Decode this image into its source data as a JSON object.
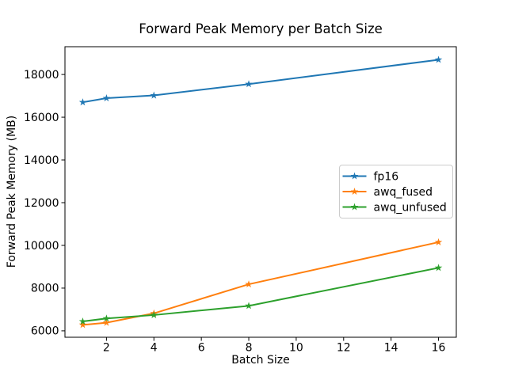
{
  "figure": {
    "title": "Forward Peak Memory per Batch Size",
    "xlabel": "Batch Size",
    "ylabel": "Forward Peak Memory (MB)"
  },
  "chart_data": {
    "type": "line",
    "title": "Forward Peak Memory per Batch Size",
    "xlabel": "Batch Size",
    "ylabel": "Forward Peak Memory (MB)",
    "x": [
      1,
      2,
      4,
      8,
      16
    ],
    "series": [
      {
        "name": "fp16",
        "color": "#1f77b4",
        "marker": "star",
        "values": [
          16700,
          16890,
          17020,
          17550,
          18690
        ]
      },
      {
        "name": "awq_fused",
        "color": "#ff7f0e",
        "marker": "star",
        "values": [
          6280,
          6380,
          6820,
          8180,
          10150
        ]
      },
      {
        "name": "awq_unfused",
        "color": "#2ca02c",
        "marker": "star",
        "values": [
          6440,
          6580,
          6740,
          7170,
          8950
        ]
      }
    ],
    "xticks": [
      2,
      4,
      6,
      8,
      10,
      12,
      14,
      16
    ],
    "yticks": [
      6000,
      8000,
      10000,
      12000,
      14000,
      16000,
      18000
    ],
    "xlim": [
      0.25,
      16.75
    ],
    "ylim": [
      5700,
      19300
    ],
    "grid": false,
    "legend_position": "center-right",
    "colors": {
      "spine": "#000000",
      "tick_text": "#000000",
      "legend_border": "#cccccc",
      "legend_bg": "#ffffff"
    }
  }
}
